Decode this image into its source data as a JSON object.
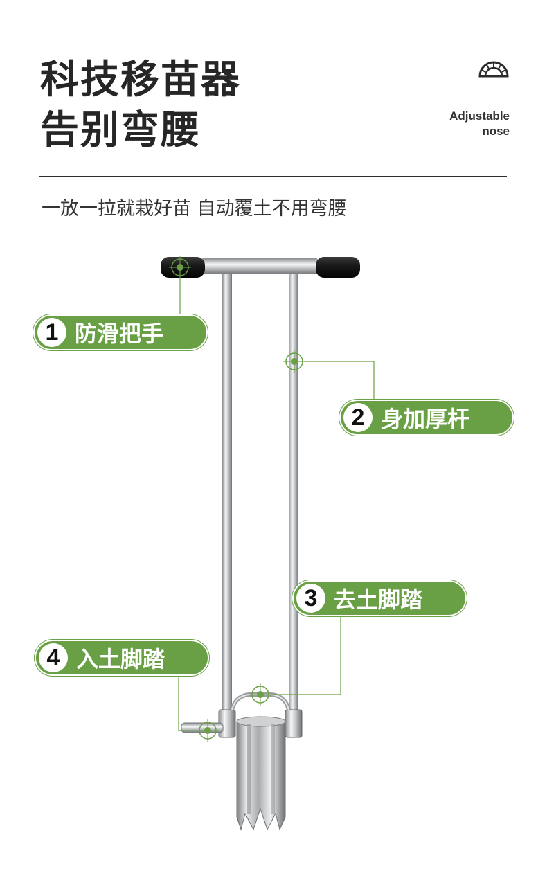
{
  "header": {
    "title_line1": "科技移苗器",
    "title_line2": "告别弯腰",
    "badge_line1": "Adjustable",
    "badge_line2": "nose",
    "badge_icon": "protractor-icon"
  },
  "subtitle": "一放一拉就栽好苗 自动覆土不用弯腰",
  "accent_color": "#6aa045",
  "features": [
    {
      "num": "1",
      "label": "防滑把手"
    },
    {
      "num": "2",
      "label": "身加厚杆"
    },
    {
      "num": "3",
      "label": "去土脚踏"
    },
    {
      "num": "4",
      "label": "入土脚踏"
    }
  ]
}
